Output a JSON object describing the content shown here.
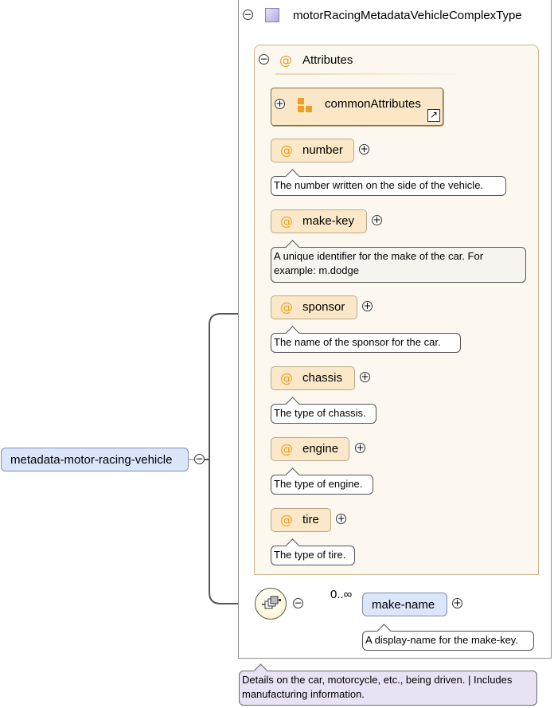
{
  "complex_type": {
    "name": "motorRacingMetadataVehicleComplexType",
    "icon": "complex-type-icon",
    "toggle": "−"
  },
  "attributes_group": {
    "title": "Attributes",
    "at_symbol": "@",
    "toggle": "−"
  },
  "attribute_group_ref": {
    "name": "commonAttributes",
    "toggle": "+",
    "link_glyph": "↗"
  },
  "attributes": [
    {
      "name": "number",
      "doc": "The number written on the side of the vehicle."
    },
    {
      "name": "make-key",
      "doc": "A unique identifier for the make of the car. For example: m.dodge"
    },
    {
      "name": "sponsor",
      "doc": "The name of the sponsor for the car."
    },
    {
      "name": "chassis",
      "doc": "The type of chassis."
    },
    {
      "name": "engine",
      "doc": "The type of engine."
    },
    {
      "name": "tire",
      "doc": "The type of tire."
    }
  ],
  "expand_glyph": "+",
  "root_element": {
    "name": "metadata-motor-racing-vehicle",
    "toggle": "−",
    "doc": "Details on the car, motorcycle, etc., being driven. | Includes manufacturing information."
  },
  "sequence": {
    "icon": "sequence-icon",
    "toggle": "−",
    "cardinality": "0..∞"
  },
  "child_element": {
    "name": "make-name",
    "toggle": "+",
    "doc": "A display-name for the make-key."
  },
  "colors": {
    "attribute_fill": "#fbe8c9",
    "attribute_border": "#b8a88a",
    "element_fill": "#dbe6fb",
    "connector": "#555555",
    "at_symbol": "#e8a020"
  }
}
